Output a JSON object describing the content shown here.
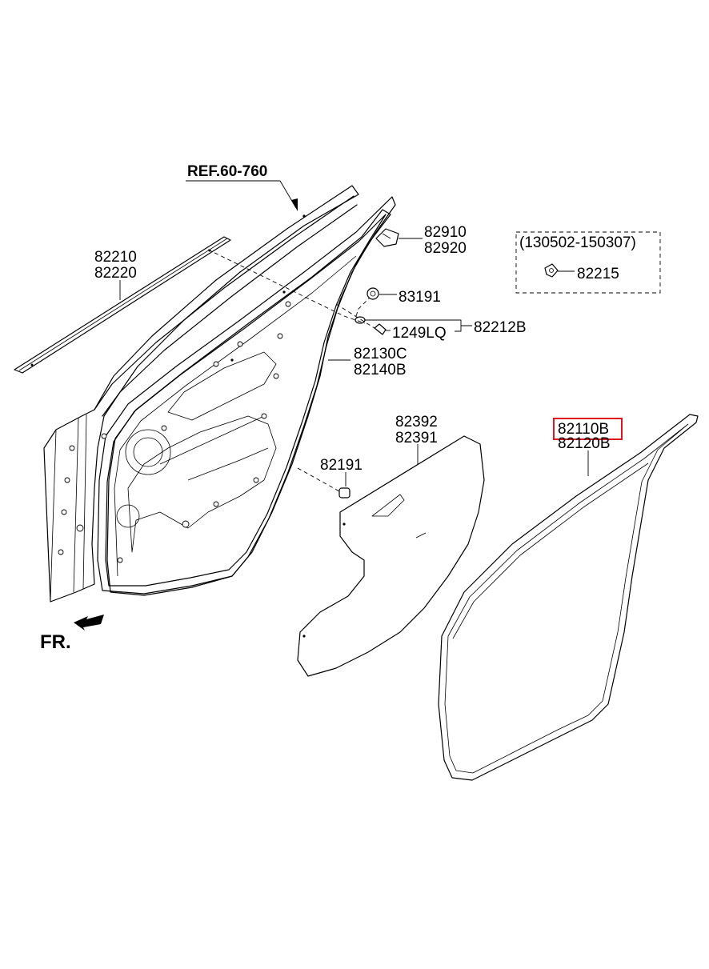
{
  "labels": {
    "ref": "REF.60-760",
    "front_marker": "FR.",
    "p82210": "82210",
    "p82220": "82220",
    "p82910": "82910",
    "p82920": "82920",
    "date_range": "(130502-150307)",
    "p82215": "82215",
    "p83191": "83191",
    "p1249LQ": "1249LQ",
    "p82212B": "82212B",
    "p82130C": "82130C",
    "p82140B": "82140B",
    "p82392": "82392",
    "p82391": "82391",
    "p82191": "82191",
    "p82110B": "82110B",
    "p82120B": "82120B"
  },
  "highlight": {
    "part": "82110B",
    "color": "#e0141e"
  },
  "colors": {
    "line": "#000000",
    "background": "#ffffff"
  }
}
